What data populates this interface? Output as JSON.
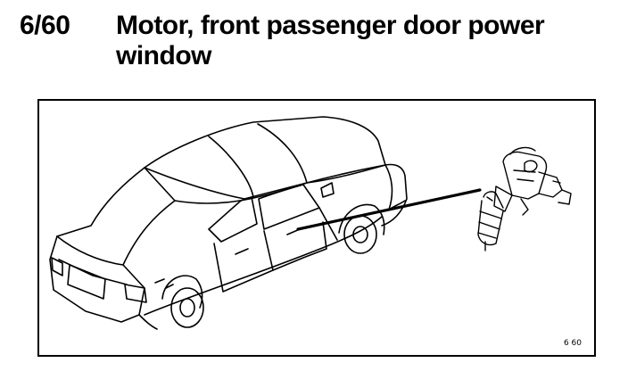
{
  "header": {
    "code": "6/60",
    "title": "Motor, front passenger door power window"
  },
  "figure": {
    "ref_label": "6 60",
    "subject": "car-illustration",
    "part": "window-regulator-motor"
  }
}
